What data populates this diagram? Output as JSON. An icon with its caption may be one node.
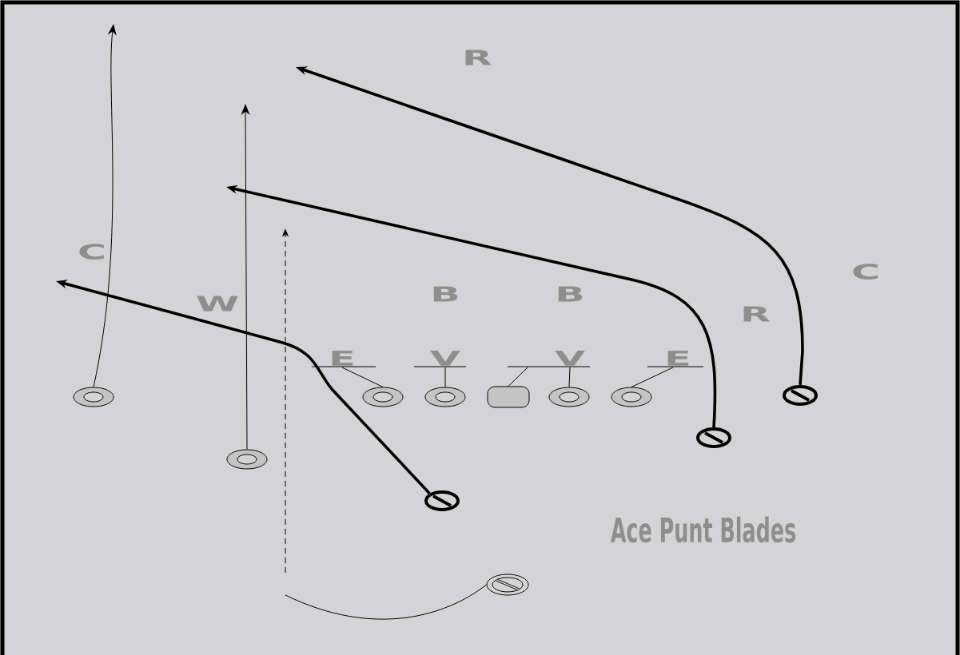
{
  "diagram": {
    "title": "Ace Punt Blades",
    "nodes": [
      {
        "text": [
          "E"
        ]
      },
      {
        "text": [
          "V"
        ]
      },
      {
        "text": [
          "V"
        ]
      },
      {
        "text": [
          "E"
        ]
      },
      {
        "text": [],
        "shape": "circle"
      },
      {
        "text": [],
        "shape": "circle"
      },
      {
        "text": [],
        "shape": "circle"
      },
      {
        "text": [],
        "shape": "circle"
      },
      {
        "text": [],
        "shape": "box"
      },
      {
        "text": [],
        "shape": "circle"
      },
      {
        "text": [],
        "shape": "circle"
      },
      {
        "text": [],
        "shape": "circle"
      },
      {
        "text": [],
        "shape": "circle"
      },
      {
        "text": [],
        "shape": "circle"
      },
      {
        "text": [],
        "shape": "circle"
      }
    ],
    "edges": [
      {
        "from": 4,
        "to": null,
        "arrow": "to"
      },
      {
        "from": 5,
        "to": null,
        "arrow": "to"
      },
      {
        "from": 11,
        "to": null,
        "arrow": "to",
        "style": "thick"
      },
      {
        "from": 12,
        "to": null,
        "arrow": "to",
        "style": "thick"
      },
      {
        "from": 13,
        "to": null,
        "arrow": "to",
        "style": "thick"
      },
      {
        "from": 14,
        "to": null,
        "arrow": "none"
      },
      {
        "from": 0,
        "to": 6,
        "arrow": "none"
      },
      {
        "from": 1,
        "to": 7,
        "arrow": "none"
      },
      {
        "from": 2,
        "to": 8,
        "arrow": "none"
      },
      {
        "from": 2,
        "to": 9,
        "arrow": "none"
      },
      {
        "from": 3,
        "to": 10,
        "arrow": "none"
      }
    ],
    "labels": [
      "R",
      "C",
      "C",
      "B",
      "B",
      "W",
      "R"
    ]
  }
}
